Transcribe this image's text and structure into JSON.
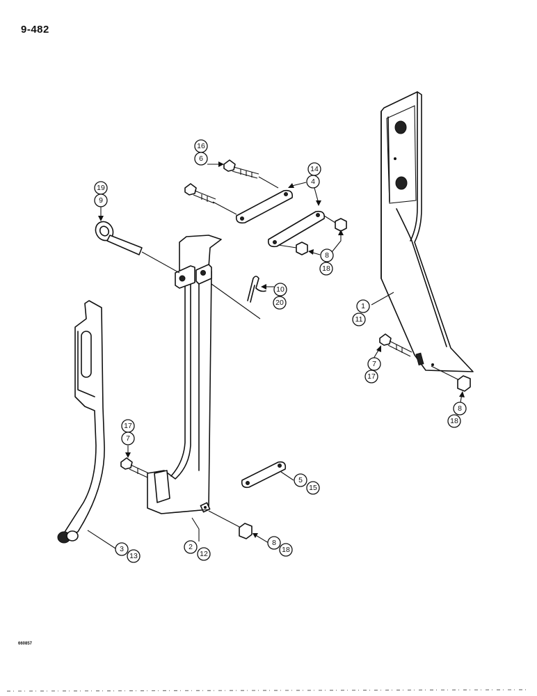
{
  "page": {
    "number": "9-482",
    "drawing_code": "660857"
  },
  "callouts": [
    {
      "id": "c1",
      "labels": [
        "16",
        "6"
      ]
    },
    {
      "id": "c2",
      "labels": [
        "14",
        "4"
      ]
    },
    {
      "id": "c3",
      "labels": [
        "19",
        "9"
      ]
    },
    {
      "id": "c4",
      "labels": [
        "8",
        "18"
      ]
    },
    {
      "id": "c5",
      "labels": [
        "10",
        "20"
      ]
    },
    {
      "id": "c6",
      "labels": [
        "1",
        "11"
      ]
    },
    {
      "id": "c7",
      "labels": [
        "7",
        "17"
      ]
    },
    {
      "id": "c8",
      "labels": [
        "8",
        "18"
      ]
    },
    {
      "id": "c9",
      "labels": [
        "17",
        "7"
      ]
    },
    {
      "id": "c10",
      "labels": [
        "5",
        "15"
      ]
    },
    {
      "id": "c11",
      "labels": [
        "3",
        "13"
      ]
    },
    {
      "id": "c12",
      "labels": [
        "2",
        "12"
      ]
    },
    {
      "id": "c13",
      "labels": [
        "8",
        "18"
      ]
    }
  ]
}
